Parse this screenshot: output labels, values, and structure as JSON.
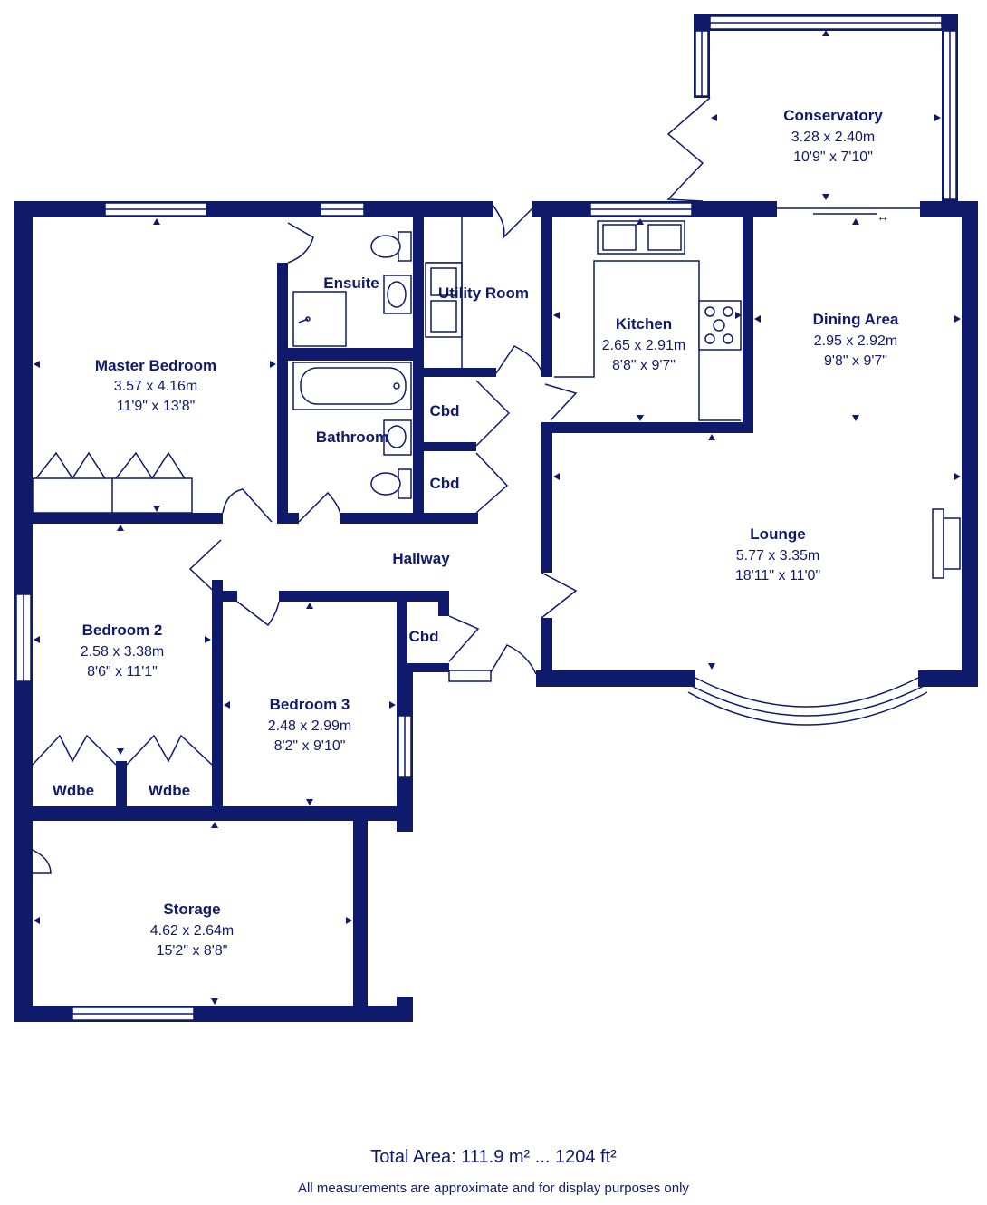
{
  "rooms": {
    "conservatory": {
      "name": "Conservatory",
      "metric": "3.28 x 2.40m",
      "imperial": "10'9\" x 7'10\""
    },
    "master_bedroom": {
      "name": "Master Bedroom",
      "metric": "3.57 x 4.16m",
      "imperial": "11'9\" x 13'8\""
    },
    "ensuite": {
      "name": "Ensuite"
    },
    "utility_room": {
      "name": "Utility Room"
    },
    "kitchen": {
      "name": "Kitchen",
      "metric": "2.65 x 2.91m",
      "imperial": "8'8\" x 9'7\""
    },
    "dining_area": {
      "name": "Dining Area",
      "metric": "2.95 x 2.92m",
      "imperial": "9'8\" x 9'7\""
    },
    "bathroom": {
      "name": "Bathroom"
    },
    "cbd_1": {
      "name": "Cbd"
    },
    "cbd_2": {
      "name": "Cbd"
    },
    "cbd_3": {
      "name": "Cbd"
    },
    "hallway": {
      "name": "Hallway"
    },
    "lounge": {
      "name": "Lounge",
      "metric": "5.77 x 3.35m",
      "imperial": "18'11\" x 11'0\""
    },
    "bedroom_2": {
      "name": "Bedroom 2",
      "metric": "2.58 x 3.38m",
      "imperial": "8'6\" x 11'1\""
    },
    "bedroom_3": {
      "name": "Bedroom 3",
      "metric": "2.48 x 2.99m",
      "imperial": "8'2\" x 9'10\""
    },
    "wdbe_1": {
      "name": "Wdbe"
    },
    "wdbe_2": {
      "name": "Wdbe"
    },
    "storage": {
      "name": "Storage",
      "metric": "4.62 x 2.64m",
      "imperial": "15'2\" x 8'8\""
    }
  },
  "footer": {
    "total_area": "Total Area: 111.9 m² ... 1204 ft²",
    "note": "All measurements are approximate and for display purposes only"
  },
  "colors": {
    "wall": "#0f1a6b",
    "background": "#ffffff"
  }
}
